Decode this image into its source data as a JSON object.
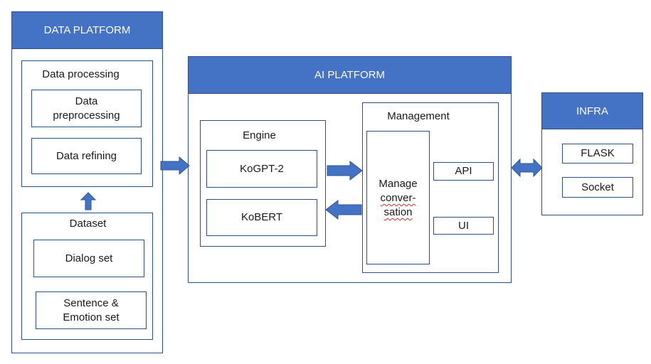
{
  "colors": {
    "header": "#4472c4",
    "border": "#2f4f7f",
    "arrow": "#4472c4",
    "arrow_outline": "#2f5597"
  },
  "data_platform": {
    "title": "DATA PLATFORM",
    "processing": {
      "title": "Data processing",
      "items": [
        "Data preprocessing",
        "Data refining"
      ]
    },
    "dataset": {
      "title": "Dataset",
      "items": [
        "Dialog set",
        "Sentence & Emotion set"
      ]
    }
  },
  "ai_platform": {
    "title": "AI PLATFORM",
    "engine": {
      "title": "Engine",
      "items": [
        "KoGPT-2",
        "KoBERT"
      ]
    },
    "management": {
      "title": "Management",
      "manage_line1": "Manage",
      "manage_line2": "conver-",
      "manage_line3": "sation",
      "items": [
        "API",
        "UI"
      ]
    }
  },
  "infra": {
    "title": "INFRA",
    "items": [
      "FLASK",
      "Socket"
    ]
  }
}
